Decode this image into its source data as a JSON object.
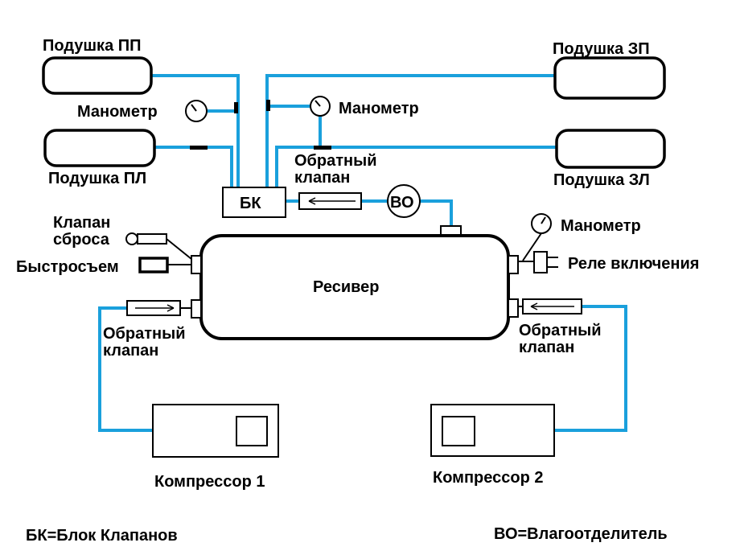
{
  "labels": {
    "cushion_fr": "Подушка ПП",
    "cushion_fl": "Подушка ПЛ",
    "cushion_rr": "Подушка ЗП",
    "cushion_rl": "Подушка ЗЛ",
    "manometer_left": "Манометр",
    "manometer_right": "Манометр",
    "manometer_receiver": "Манометр",
    "check_valve_top_line1": "Обратный",
    "check_valve_top_line2": "клапан",
    "bk": "БК",
    "vo": "ВО",
    "release_valve_line1": "Клапан",
    "release_valve_line2": "сброса",
    "quick_connect": "Быстросъем",
    "receiver": "Ресивер",
    "relay": "Реле включения",
    "check_valve_left_line1": "Обратный",
    "check_valve_left_line2": "клапан",
    "check_valve_right_line1": "Обратный",
    "check_valve_right_line2": "клапан",
    "compressor1": "Компрессор 1",
    "compressor2": "Компрессор 2"
  },
  "legend": {
    "bk": "БК=Блок Клапанов",
    "vo": "ВО=Влагоотделитель"
  },
  "colors": {
    "pipe": "#1aa0dc",
    "outline": "#000000"
  }
}
